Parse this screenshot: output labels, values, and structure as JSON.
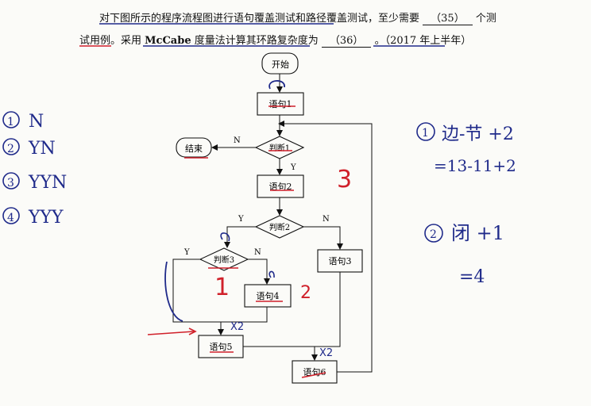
{
  "question": {
    "line1_a": "对下图所示的程序流程图进行语句覆盖测试和路径覆盖测试，至少需要",
    "blank35": "（35）",
    "line1_b": "个测",
    "line2_a": "试用例。采用",
    "mccabe": "McCabe",
    "line2_b": "度量法计算其环路复杂度为",
    "blank36": "（36）",
    "line2_c": "。（2017 年上半年）"
  },
  "flow": {
    "start": "开始",
    "stmt1": "语句1",
    "judge1": "判断1",
    "end": "结束",
    "stmt2": "语句2",
    "judge2": "判断2",
    "judge3": "判断3",
    "stmt3": "语句3",
    "stmt4": "语句4",
    "stmt5": "语句5",
    "stmt6": "语句6",
    "label_n1": "N",
    "label_y1": "Y",
    "label_y2": "Y",
    "label_n2": "N",
    "label_y3": "Y",
    "label_n3": "N"
  },
  "notes": {
    "left": [
      "N",
      "YN",
      "YYN",
      "YYY"
    ],
    "left_nums": [
      "1",
      "2",
      "3",
      "4"
    ],
    "region1": "1",
    "region2": "2",
    "region3": "3",
    "x2a": "X2",
    "x2b": "X2",
    "right1": "边-节 +2",
    "right1_num": "1",
    "right2": "=13-11+2",
    "right3": "闭 +1",
    "right3_num": "2",
    "right4": "=4"
  },
  "colors": {
    "ink": "#111111",
    "pen_blue": "#1f2a8a",
    "pen_red": "#d0202a"
  }
}
